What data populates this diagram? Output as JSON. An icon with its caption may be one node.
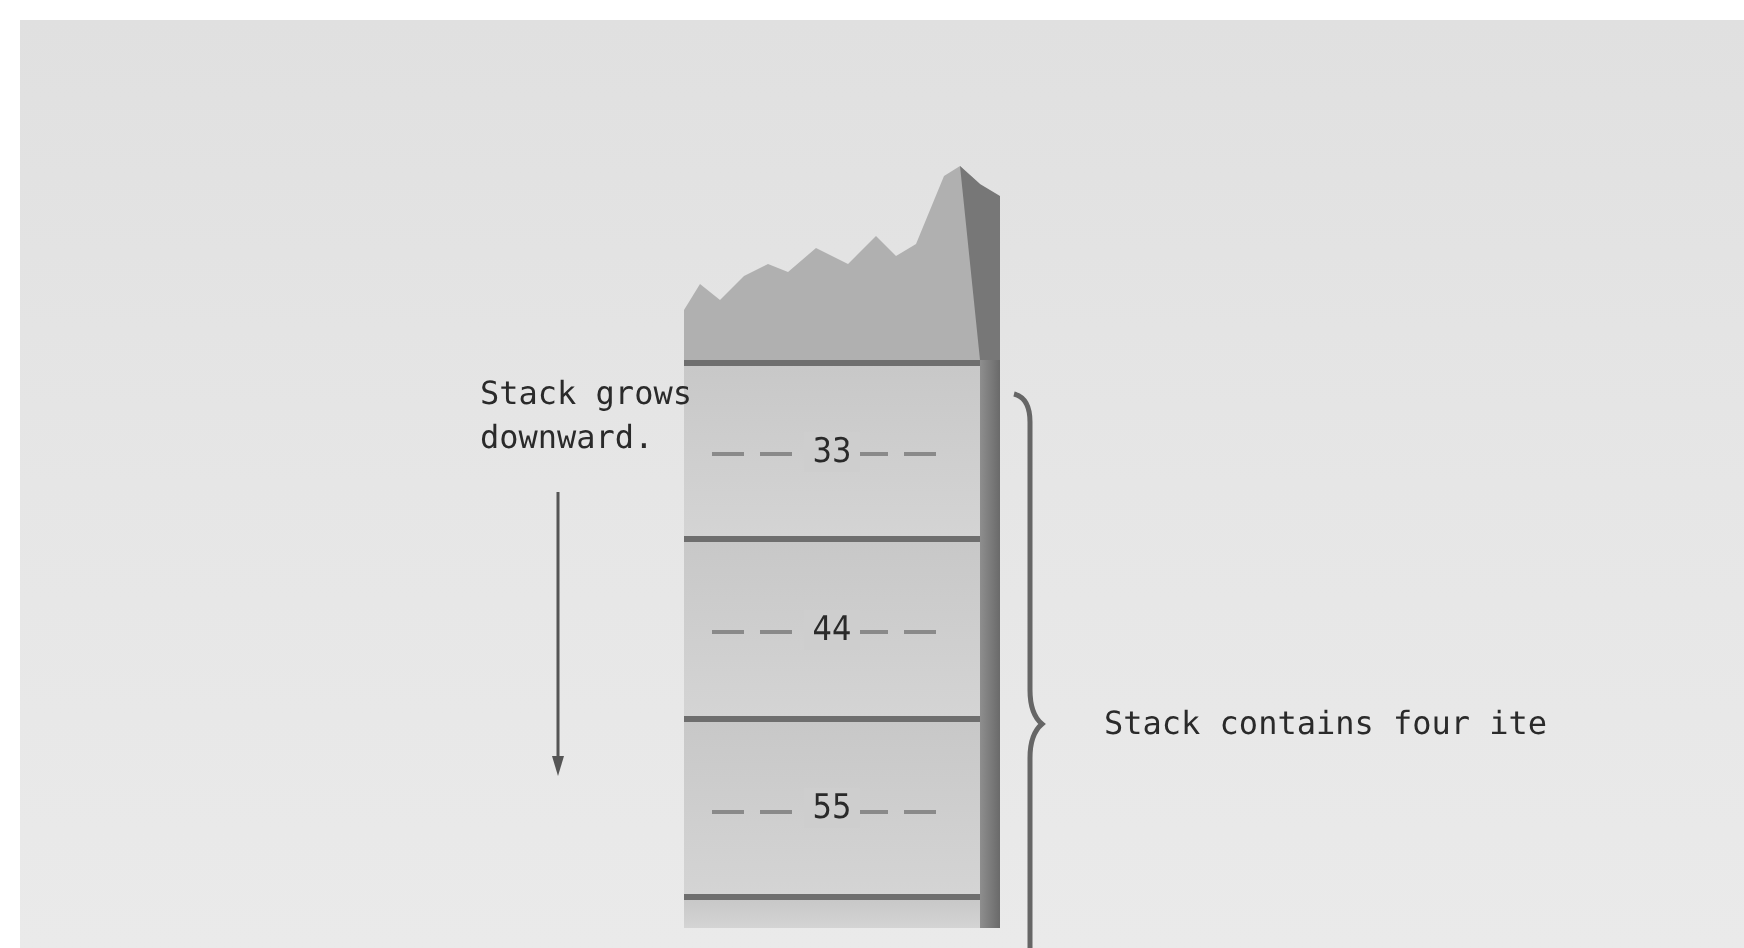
{
  "diagram": {
    "nodes": [
      {
        "text": [],
        "shape": "box"
      },
      {
        "text": [
          "33"
        ]
      },
      {
        "text": [
          "44"
        ]
      },
      {
        "text": [
          "55"
        ]
      },
      {
        "text": [],
        "shape": "box"
      }
    ],
    "labels": [
      "Stack grows downward.",
      "Stack contains four ite"
    ]
  }
}
